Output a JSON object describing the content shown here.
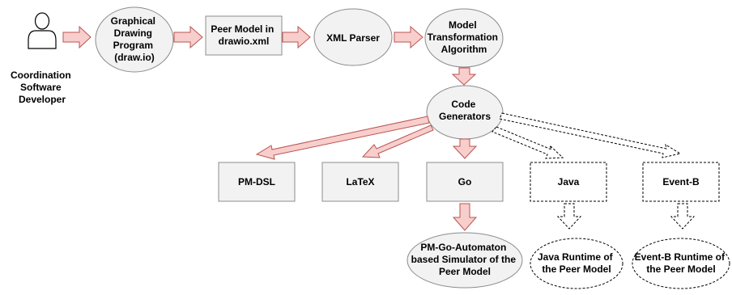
{
  "actor": {
    "lines": [
      "Coordination",
      "Software",
      "Developer"
    ]
  },
  "nodes": {
    "drawing_program": {
      "lines": [
        "Graphical",
        "Drawing",
        "Program",
        "(draw.io)"
      ]
    },
    "peer_model_file": {
      "lines": [
        "Peer Model in",
        "drawio.xml"
      ]
    },
    "xml_parser": {
      "lines": [
        "XML Parser"
      ]
    },
    "transformation": {
      "lines": [
        "Model",
        "Transformation",
        "Algorithm"
      ]
    },
    "code_generators": {
      "lines": [
        "Code",
        "Generators"
      ]
    },
    "pm_dsl": {
      "lines": [
        "PM-DSL"
      ]
    },
    "latex": {
      "lines": [
        "LaTeX"
      ]
    },
    "go": {
      "lines": [
        "Go"
      ]
    },
    "java": {
      "lines": [
        "Java"
      ]
    },
    "event_b": {
      "lines": [
        "Event-B"
      ]
    },
    "go_simulator": {
      "lines": [
        "PM-Go-Automaton",
        "based Simulator of the",
        "Peer Model"
      ]
    },
    "java_runtime": {
      "lines": [
        "Java Runtime of",
        "the Peer Model"
      ]
    },
    "event_b_runtime": {
      "lines": [
        "Event-B Runtime of",
        "the Peer Model"
      ]
    }
  },
  "colors": {
    "node_fill": "#f2f2f2",
    "node_stroke": "#8c8c8c",
    "arrow_fill": "#f8cecc",
    "arrow_stroke": "#b85450",
    "dashed_stroke": "#000000"
  }
}
